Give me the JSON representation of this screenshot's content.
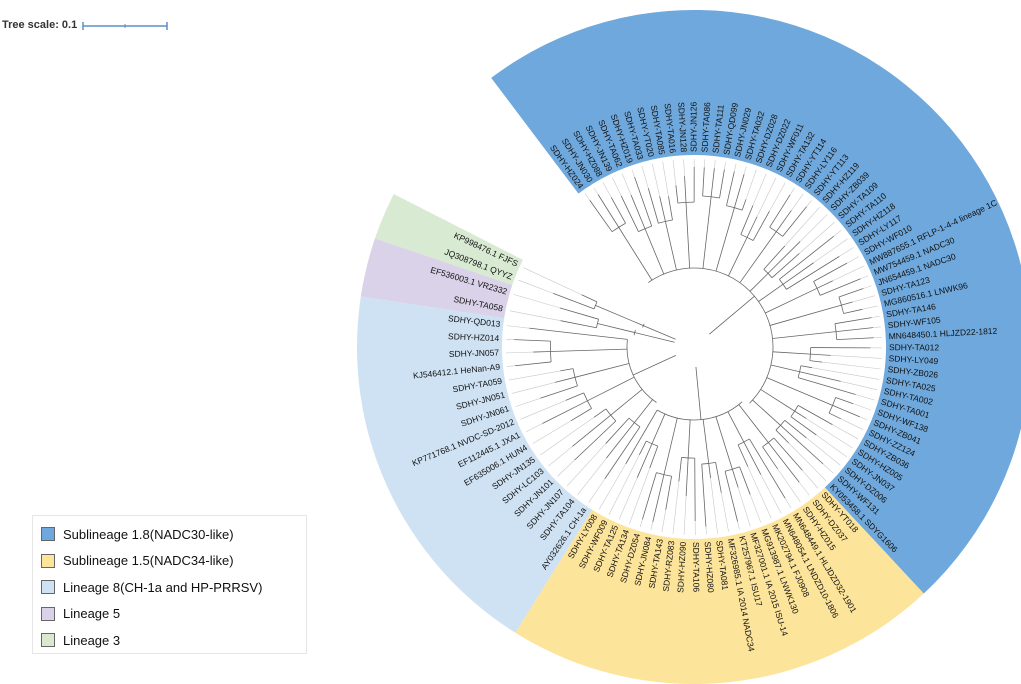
{
  "tree_scale": {
    "label": "Tree scale: 0.1"
  },
  "colors": {
    "sublineage_1_8": "#6fa8dc",
    "sublineage_1_5": "#fde49b",
    "lineage_8": "#cfe2f3",
    "lineage_5": "#d9d2e9",
    "lineage_3": "#d9ead3"
  },
  "legend": [
    {
      "label": "Sublineage 1.8(NADC30-like)",
      "color": "#6fa8dc"
    },
    {
      "label": "Sublineage 1.5(NADC34-like)",
      "color": "#fde49b"
    },
    {
      "label": "Lineage 8(CH-1a and HP-PRRSV)",
      "color": "#cfe2f3"
    },
    {
      "label": "Lineage 5",
      "color": "#d9d2e9"
    },
    {
      "label": "Lineage 3",
      "color": "#d9ead3"
    }
  ],
  "clades": [
    {
      "group": "lineage_3",
      "leaves": [
        "JQ308798.1 QYYZ",
        "KP998476.1 FJFS"
      ]
    },
    {
      "group": "lineage_5",
      "leaves": [
        "SDHY-TA058",
        "EF536003.1 VR2332"
      ]
    },
    {
      "group": "lineage_8",
      "leaves": [
        "AY032626.1 CH-1a",
        "SDHY-TA104",
        "SDHY-JN107",
        "SDHY-JN101",
        "SDHY-LC103",
        "SDHY-JN135",
        "EF635006.1 HUN4",
        "EF112445.1 JXA1",
        "KP771768.1 NVDC-SD-2012",
        "SDHY-JN061",
        "SDHY-JN051",
        "SDHY-TA059",
        "KJ546412.1 HeNan-A9",
        "SDHY-JN057",
        "SDHY-HZ014",
        "SDHY-QD013"
      ]
    },
    {
      "group": "sublineage_1_5",
      "leaves": [
        "SDHY-YT018",
        "SDHY-DZ037",
        "SDHY-HZ015",
        "MN648449.1 HLJDZD32-1901",
        "MN648054.1 LNDZD10-1806",
        "MK202794.1 FJ0908",
        "MG913987.1 LNWK130",
        "MF327001.1 IA 2015 ISU-14",
        "KT257967.1 ISU17",
        "MF326985.1 IA 2014 NADC34",
        "SDHY-TA081",
        "SDHY-HZ080",
        "SDHY-TA106",
        "SDHY-HZ090",
        "SDHY-RZ083",
        "SDHY-TA143",
        "SDHY-JN084",
        "SDHY-DZ054",
        "SDHY-TA134",
        "SDHY-TA125",
        "SDHY-WF009",
        "SDHY-LY008"
      ]
    },
    {
      "group": "sublineage_1_8",
      "leaves": [
        "SDHY-HZ024",
        "SDHY-JN030",
        "SDHY-HZ088",
        "SDHY-JN139",
        "SDHY-TA062",
        "SDHY-HZ019",
        "SDHY-TA033",
        "SDHY-YT020",
        "SDHY-TA085",
        "SDHY-TA016",
        "SDHY-JN128",
        "SDHY-JN126",
        "SDHY-TA086",
        "SDHY-TA111",
        "SDHY-QD099",
        "SDHY-JN029",
        "SDHY-TA032",
        "SDHY-DZ028",
        "SDHY-DZ022",
        "SDHY-WF011",
        "SDHY-TA132",
        "SDHY-YT114",
        "SDHY-LY116",
        "SDHY-YT113",
        "SDHY-HZ119",
        "SDHY-ZB039",
        "SDHY-TA109",
        "SDHY-TA110",
        "SDHY-HZ118",
        "SDHY-LY117",
        "SDHY-WF010",
        "MW887655.1 RFLP-1-4-4 lineage 1C",
        "MW754459.1 NADC30",
        "JN654459.1 NADC30",
        "SDHY-TA123",
        "MG860516.1 LNWK96",
        "SDHY-TA146",
        "SDHY-WF105",
        "MN648450.1 HLJZD22-1812",
        "SDHY-TA012",
        "SDHY-LY049",
        "SDHY-ZB026",
        "SDHY-TA025",
        "SDHY-TA002",
        "SDHY-TA001",
        "SDHY-WF138",
        "SDHY-ZB041",
        "SDHY-ZZ124",
        "SDHY-ZB036",
        "SDHY-HZ005",
        "SDHY-JN037",
        "SDHY-DZ006",
        "SDHY-WF131",
        "KY053458.1 SDYG1606"
      ]
    }
  ]
}
